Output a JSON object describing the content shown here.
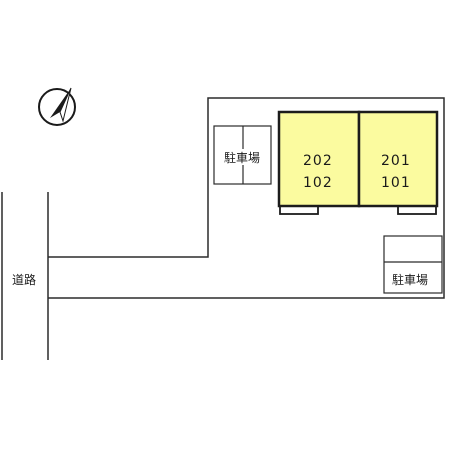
{
  "road": {
    "label": "道路"
  },
  "compass": {
    "icon": "north-arrow-icon"
  },
  "parking": [
    {
      "label": "駐車場"
    },
    {
      "label": "駐車場"
    }
  ],
  "units": [
    {
      "upper": "202",
      "lower": "102"
    },
    {
      "upper": "201",
      "lower": "101"
    }
  ],
  "colors": {
    "unit_fill": "#fbfb9f",
    "line": "#2b2b2b"
  }
}
